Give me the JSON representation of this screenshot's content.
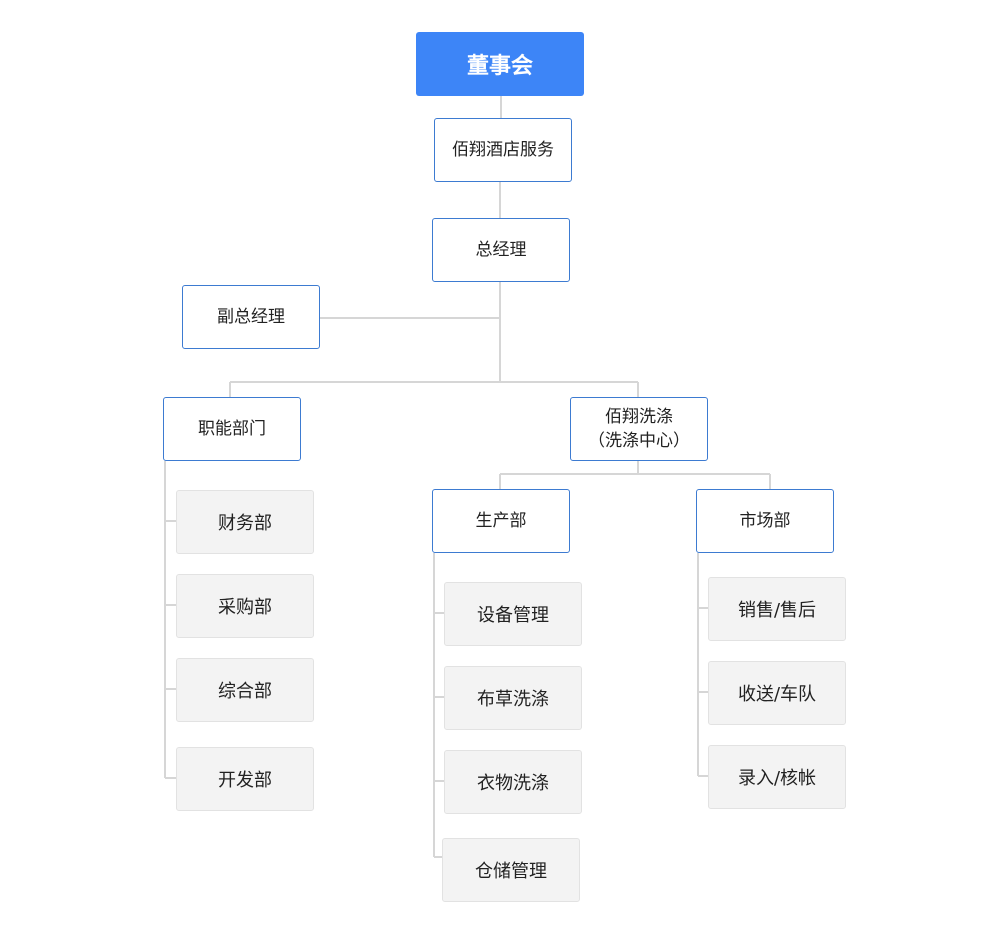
{
  "org": {
    "board": "董事会",
    "company": "佰翔酒店服务",
    "general_manager": "总经理",
    "deputy_general_manager": "副总经理",
    "functional_dept": {
      "name": "职能部门",
      "units": [
        "财务部",
        "采购部",
        "综合部",
        "开发部"
      ]
    },
    "laundry": {
      "name_line1": "佰翔洗涤",
      "name_line2": "（洗涤中心）",
      "production": {
        "name": "生产部",
        "units": [
          "设备管理",
          "布草洗涤",
          "衣物洗涤",
          "仓储管理"
        ]
      },
      "market": {
        "name": "市场部",
        "units": [
          "销售/售后",
          "收送/车队",
          "录入/核帐"
        ]
      }
    }
  },
  "colors": {
    "accent": "#3d85f7",
    "node_border": "#3d7bd1",
    "connector": "#d6d6d6",
    "leaf_bg": "#f3f3f3"
  }
}
